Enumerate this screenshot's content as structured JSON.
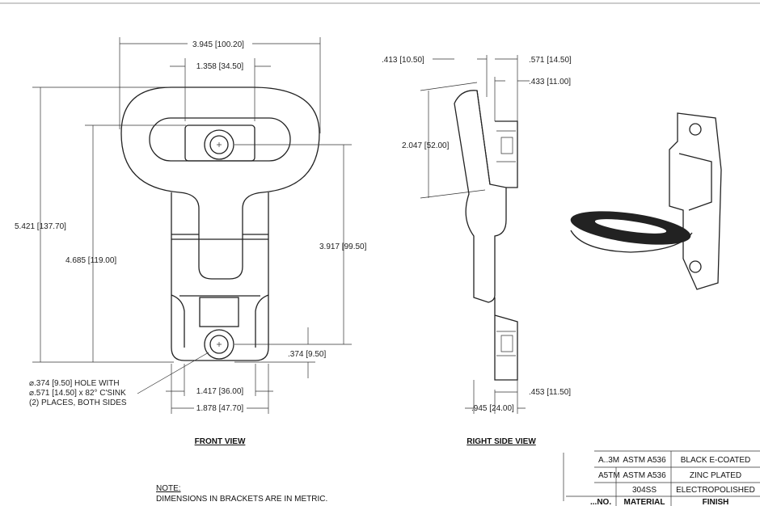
{
  "front_view": {
    "title": "FRONT VIEW",
    "dims": {
      "overall_width": "3.945 [100.20]",
      "slot_width": "1.358 [34.50]",
      "overall_height": "5.421 [137.70]",
      "hole_to_bottom": "4.685 [119.00]",
      "hole_spacing": "3.917 [99.50]",
      "hole_offset": ".374 [9.50]",
      "inner_width": "1.417 [36.00]",
      "outer_width": "1.878 [47.70]"
    },
    "callout": [
      "⌀.374 [9.50]  HOLE WITH",
      "⌀.571 [14.50] x 82° C'SINK",
      "(2) PLACES, BOTH SIDES"
    ]
  },
  "side_view": {
    "title": "RIGHT SIDE VIEW",
    "dims": {
      "top_offset": ".413 [10.50]",
      "thickness_top": ".571 [14.50]",
      "thickness_inner": ".433 [11.00]",
      "step_length": "2.047 [52.00]",
      "bottom_thickness": ".453 [11.50]",
      "depth": ".945 [24.00]"
    }
  },
  "note": {
    "heading": "NOTE:",
    "text": "DIMENSIONS IN BRACKETS ARE IN METRIC."
  },
  "table": {
    "rows": [
      {
        "part": "A..3M",
        "material": "ASTM A536",
        "finish": "BLACK E-COATED"
      },
      {
        "part": "A5TM",
        "material": "ASTM A536",
        "finish": "ZINC PLATED"
      },
      {
        "part": "",
        "material": "304SS",
        "finish": "ELECTROPOLISHED"
      }
    ],
    "header": {
      "part": "...NO.",
      "material": "MATERIAL",
      "finish": "FINISH"
    }
  }
}
